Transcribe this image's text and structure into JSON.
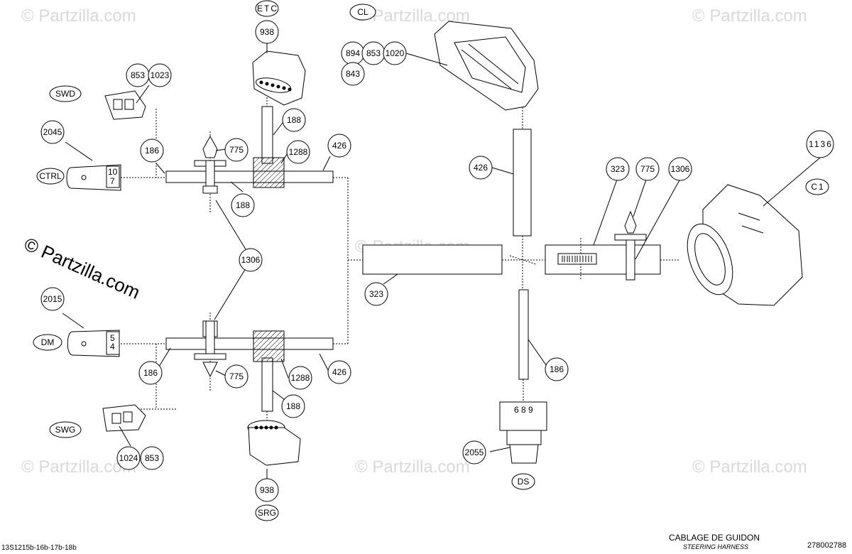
{
  "diagram": {
    "part_callouts": {
      "p938_top": "938",
      "p853_swd": "853",
      "p1023": "1023",
      "p2045": "2045",
      "p186_top": "186",
      "p775_top": "775",
      "p188_a": "188",
      "p1288_top": "1288",
      "p426_top": "426",
      "p188_b": "188",
      "p1306_mid": "1306",
      "p2015": "2015",
      "p186_bot": "186",
      "p775_bot": "775",
      "p1288_bot": "1288",
      "p426_bot": "426",
      "p188_c": "188",
      "p1024": "1024",
      "p853_swg": "853",
      "p938_bot": "938",
      "p894": "894",
      "p853_cl": "853",
      "p1020": "1020",
      "p843": "843",
      "p426_right": "426",
      "p323_left": "323",
      "p323_right": "323",
      "p775_right": "775",
      "p1306_right": "1306",
      "p1136": "1136",
      "p186_right": "186",
      "p2055": "2055"
    },
    "connector_tags": {
      "etc": "ETC",
      "swd": "SWD",
      "ctrl": "CTRL",
      "dm": "DM",
      "swg": "SWG",
      "srg": "SRG",
      "cl": "CL",
      "c1": "C1",
      "ds": "DS"
    },
    "pin_labels": {
      "ctrl_pins": [
        "10",
        "7"
      ],
      "dm_pins": [
        "5",
        "4"
      ],
      "ds_pins": "6 8 9"
    }
  },
  "watermark": {
    "main": "© Partzilla.com",
    "repeat": "© Partzilla.com"
  },
  "footer": {
    "title": "CABLAGE DE GUIDON",
    "subtitle": "STEERING HARNESS",
    "drawing_ref": "13S1215b-16b-17b-18b",
    "part_number": "278002788"
  }
}
